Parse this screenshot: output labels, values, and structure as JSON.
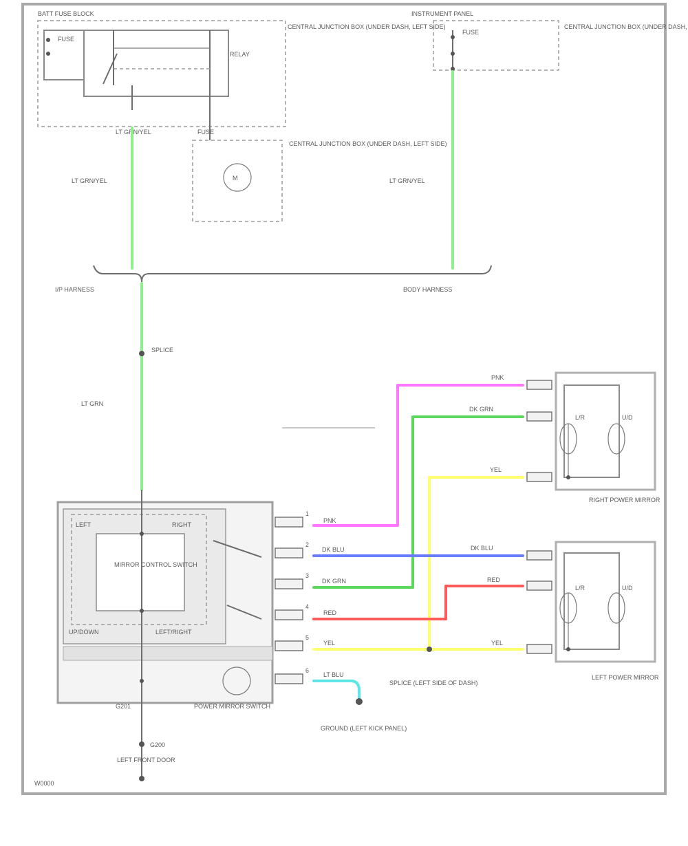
{
  "colors": {
    "light_green": "#8df08d",
    "pink": "#ff78ff",
    "green": "#5cd65c",
    "yellow": "#ffff70",
    "blue": "#6a7dff",
    "red": "#ff5a5a",
    "cyan": "#5ee6e6"
  },
  "labels": {
    "fuse_block_left": "BATT FUSE BLOCK",
    "fuse_block_right": "INSTRUMENT PANEL",
    "fuse_left_sublabel": "FUSE",
    "fuse_right_sublabel": "FUSE",
    "relay_label": "RELAY",
    "fuse_left_desc": "CENTRAL JUNCTION BOX (UNDER DASH, LEFT SIDE)",
    "fuse_right_desc": "CENTRAL JUNCTION BOX (UNDER DASH, LEFT SIDE)",
    "relay_desc": "CENTRAL JUNCTION BOX (UNDER DASH, LEFT SIDE)",
    "motor_symbol": "M",
    "wire_lt_grn_yel_1": "LT GRN/YEL",
    "wire_lt_grn_yel_2": "LT GRN/YEL",
    "harness_left": "I/P HARNESS",
    "harness_right": "BODY HARNESS",
    "splice_label": "SPLICE",
    "wire_lt_grn": "LT GRN",
    "switch_module": "POWER MIRROR SWITCH",
    "switch_inner_1": "LEFT",
    "switch_inner_2": "RIGHT",
    "switch_core": "MIRROR CONTROL SWITCH",
    "switch_bottom_left": "UP/DOWN",
    "switch_bottom_right": "LEFT/RIGHT",
    "pin_labels": [
      "1",
      "2",
      "3",
      "4",
      "5",
      "6"
    ],
    "wire_pnk": "PNK",
    "wire_dk_blu": "DK BLU",
    "wire_dk_grn": "DK GRN",
    "wire_red": "RED",
    "wire_yel": "YEL",
    "wire_lt_blu": "LT BLU",
    "right_mirror": "RIGHT POWER MIRROR",
    "left_mirror": "LEFT POWER MIRROR",
    "mirror_motor_a": "L/R",
    "mirror_motor_b": "U/D",
    "splice_bottom": "SPLICE (LEFT SIDE OF DASH)",
    "ground_label": "GROUND (LEFT KICK PANEL)",
    "ground_bottom": "G200",
    "bottom_text_1": "G201",
    "bottom_text_2": "LEFT FRONT DOOR",
    "footer_code": "W0000"
  }
}
